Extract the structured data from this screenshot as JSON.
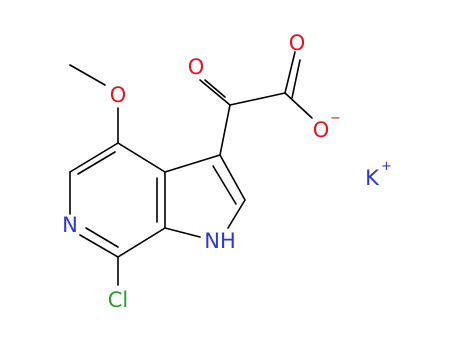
{
  "molecule": {
    "atoms": {
      "methoxy_oxygen": "O",
      "keto_oxygen": "O",
      "carboxyl_oxygen": "O",
      "carboxylate_oxygen": "O",
      "pyridine_nitrogen": "N",
      "pyrrole_nh": "NH",
      "chlorine": "Cl",
      "potassium": "K"
    },
    "charges": {
      "carboxylate": "−",
      "potassium": "+"
    }
  },
  "colors": {
    "bond": "#000000",
    "oxygen": "#e8141e",
    "nitrogen": "#2838dc",
    "chlorine": "#28a028",
    "potassium": "#2838dc"
  }
}
